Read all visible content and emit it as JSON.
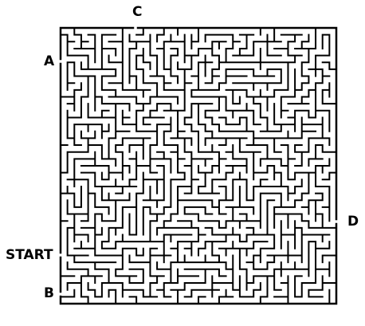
{
  "labels": {
    "c": "C",
    "a": "A",
    "start": "START",
    "b": "B",
    "d": "D"
  },
  "maze": {
    "grid_size": 40,
    "seed": 7,
    "wall_color": "#000000",
    "background_color": "#ffffff",
    "openings": [
      "C",
      "A",
      "START",
      "B",
      "D"
    ]
  }
}
